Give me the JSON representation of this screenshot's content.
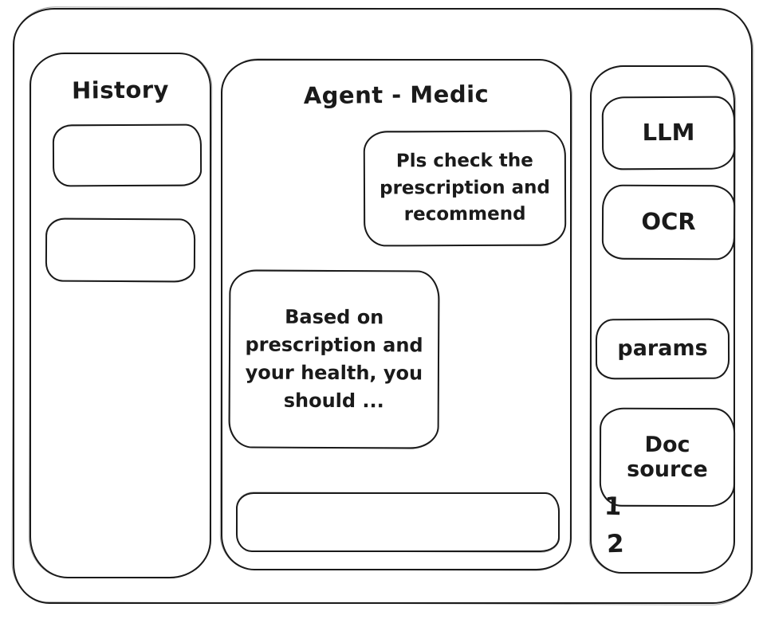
{
  "colors": {
    "ink": "#1a1a1a",
    "background": "#ffffff"
  },
  "sidebar": {
    "title": "History",
    "items": [
      {
        "label": ""
      },
      {
        "label": ""
      }
    ]
  },
  "chat": {
    "title": "Agent - Medic",
    "messages": [
      {
        "role": "user",
        "text": "Pls check the prescription and recommend"
      },
      {
        "role": "assistant",
        "text": "Based on prescription and your health, you should ..."
      }
    ],
    "input": {
      "value": "",
      "placeholder": ""
    }
  },
  "tools": {
    "buttons": [
      {
        "label": "LLM"
      },
      {
        "label": "OCR"
      },
      {
        "label": "params"
      },
      {
        "label": "Doc source"
      }
    ],
    "doc_source_items": [
      "1",
      "2"
    ]
  }
}
